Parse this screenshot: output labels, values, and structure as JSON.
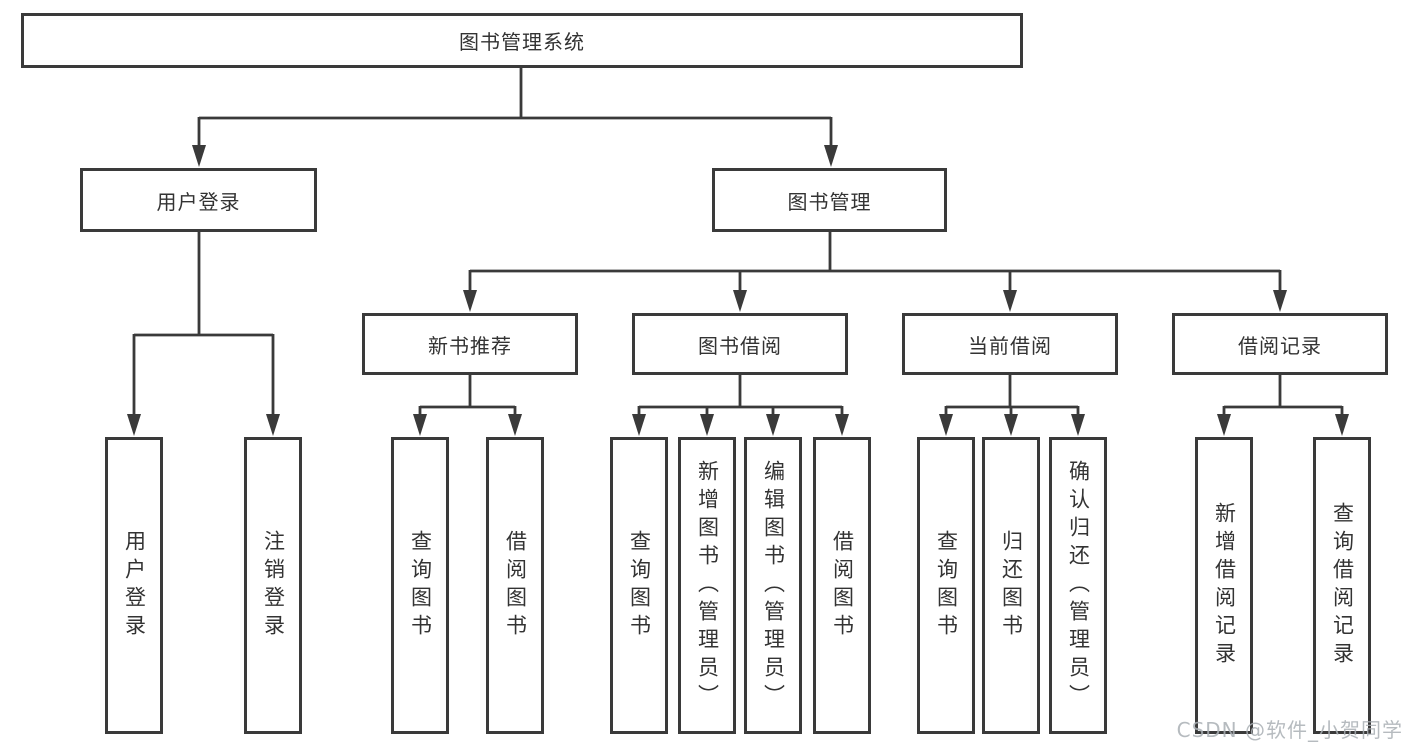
{
  "diagram_type": "tree",
  "tree": {
    "label": "图书管理系统",
    "children": [
      {
        "label": "用户登录",
        "children": [
          {
            "label": "用户登录"
          },
          {
            "label": "注销登录"
          }
        ]
      },
      {
        "label": "图书管理",
        "children": [
          {
            "label": "新书推荐",
            "children": [
              {
                "label": "查询图书"
              },
              {
                "label": "借阅图书"
              }
            ]
          },
          {
            "label": "图书借阅",
            "children": [
              {
                "label": "查询图书"
              },
              {
                "label": "新增图书（管理员）"
              },
              {
                "label": "编辑图书（管理员）"
              },
              {
                "label": "借阅图书"
              }
            ]
          },
          {
            "label": "当前借阅",
            "children": [
              {
                "label": "查询图书"
              },
              {
                "label": "归还图书"
              },
              {
                "label": "确认归还（管理员）"
              }
            ]
          },
          {
            "label": "借阅记录",
            "children": [
              {
                "label": "新增借阅记录"
              },
              {
                "label": "查询借阅记录"
              }
            ]
          }
        ]
      }
    ]
  },
  "watermark": "CSDN @软件_小贺同学",
  "colors": {
    "line": "#3a3a3a",
    "text": "#333333",
    "background": "#ffffff",
    "watermark_color": "#aab0b5"
  }
}
